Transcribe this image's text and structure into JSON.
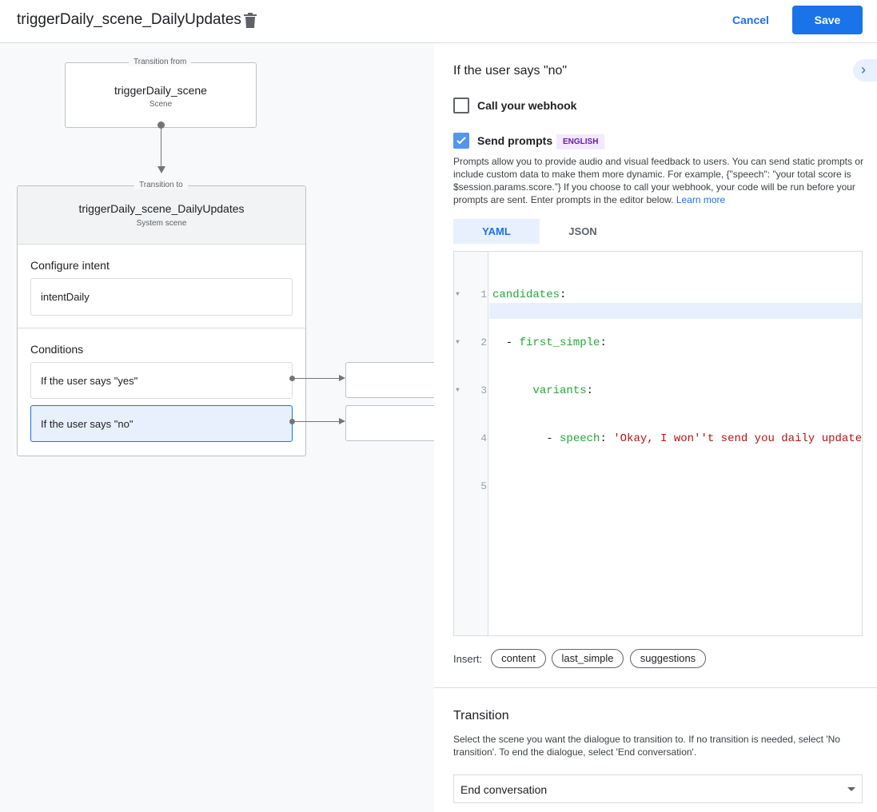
{
  "header": {
    "title": "triggerDaily_scene_DailyUpdates",
    "cancel": "Cancel",
    "save": "Save"
  },
  "canvas": {
    "from_label": "Transition from",
    "from_name": "triggerDaily_scene",
    "from_type": "Scene",
    "to_label": "Transition to",
    "to_name": "triggerDaily_scene_DailyUpdates",
    "to_type": "System scene",
    "intent_heading": "Configure intent",
    "intent": "intentDaily",
    "conditions_heading": "Conditions",
    "conditions": [
      "If the user says \"yes\"",
      "If the user says \"no\""
    ]
  },
  "panel": {
    "heading": "If the user says \"no\"",
    "webhook_label": "Call your webhook",
    "webhook_checked": false,
    "prompts_label": "Send prompts",
    "prompts_checked": true,
    "language_badge": "ENGLISH",
    "description": "Prompts allow you to provide audio and visual feedback to users. You can send static prompts or include custom data to make them more dynamic. For example, {\"speech\": \"your total score is $session.params.score.”} If you choose to call your webhook, your code will be run before your prompts are sent. Enter prompts in the editor below.",
    "learn_more": "Learn more",
    "tabs": [
      "YAML",
      "JSON"
    ],
    "active_tab": "YAML",
    "code": {
      "line_numbers": [
        "1",
        "2",
        "3",
        "4",
        "5"
      ],
      "l1_key": "candidates",
      "l2_key": "first_simple",
      "l3_key": "variants",
      "l4_key": "speech",
      "l4_value": "'Okay, I won''t send you daily update"
    },
    "insert_label": "Insert:",
    "insert_chips": [
      "content",
      "last_simple",
      "suggestions"
    ],
    "transition_heading": "Transition",
    "transition_desc": "Select the scene you want the dialogue to transition to. If no transition is needed, select 'No transition'. To end the dialogue, select 'End conversation'.",
    "transition_value": "End conversation"
  },
  "colors": {
    "accent": "#1a73e8",
    "selected": "#e8f0fe",
    "badge_bg": "#f3e8fd",
    "badge_text": "#681da8",
    "yaml_key": "#22a837",
    "yaml_string": "#b31412"
  }
}
